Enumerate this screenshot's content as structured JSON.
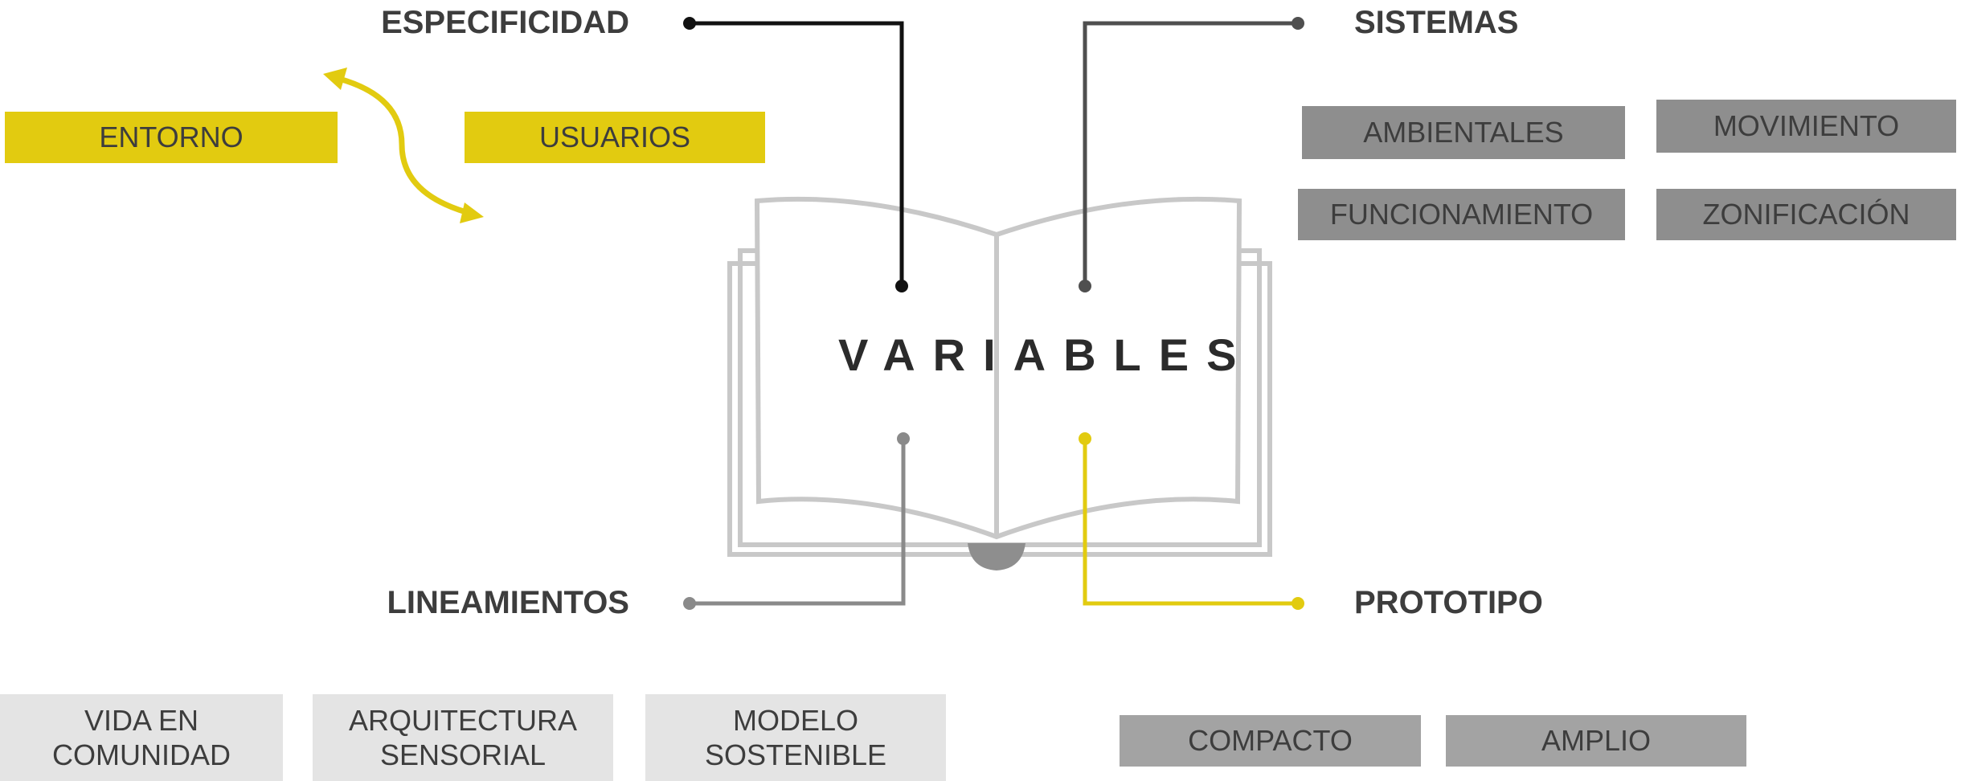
{
  "center_title": "VARIABLES",
  "headings": {
    "especificidad": "ESPECIFICIDAD",
    "sistemas": "SISTEMAS",
    "lineamientos": "LINEAMIENTOS",
    "prototipo": "PROTOTIPO"
  },
  "especificidad_boxes": {
    "entorno": "ENTORNO",
    "usuarios": "USUARIOS"
  },
  "sistemas_boxes": {
    "ambientales": "AMBIENTALES",
    "movimiento": "MOVIMIENTO",
    "funcionamiento": "FUNCIONAMIENTO",
    "zonificacion": "ZONIFICACIÓN"
  },
  "lineamientos_boxes": {
    "vida": "VIDA EN COMUNIDAD",
    "arquitectura": "ARQUITECTURA SENSORIAL",
    "modelo": "MODELO SOSTENIBLE"
  },
  "prototipo_boxes": {
    "compacto": "COMPACTO",
    "amplio": "AMPLIO"
  },
  "colors": {
    "yellow": "#e2cb10",
    "dark_gray": "#8e8e8e",
    "mid_gray": "#a3a3a3",
    "light_gray": "#e4e4e4",
    "book_outline": "#c8c8c8",
    "text": "#3d3d3d"
  }
}
